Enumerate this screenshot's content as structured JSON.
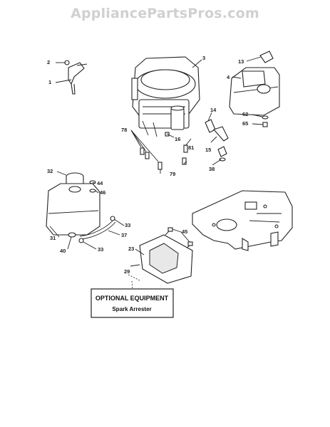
{
  "watermark": "AppliancePartsPros.com",
  "optional_box": {
    "title": "OPTIONAL EQUIPMENT",
    "subtitle": "Spark Arrester"
  },
  "callouts": [
    "2",
    "1",
    "3",
    "13",
    "4",
    "14",
    "62",
    "65",
    "78",
    "16",
    "81",
    "15",
    "79",
    "38",
    "32",
    "44",
    "46",
    "31",
    "40",
    "33",
    "37",
    "45",
    "23",
    "29"
  ]
}
